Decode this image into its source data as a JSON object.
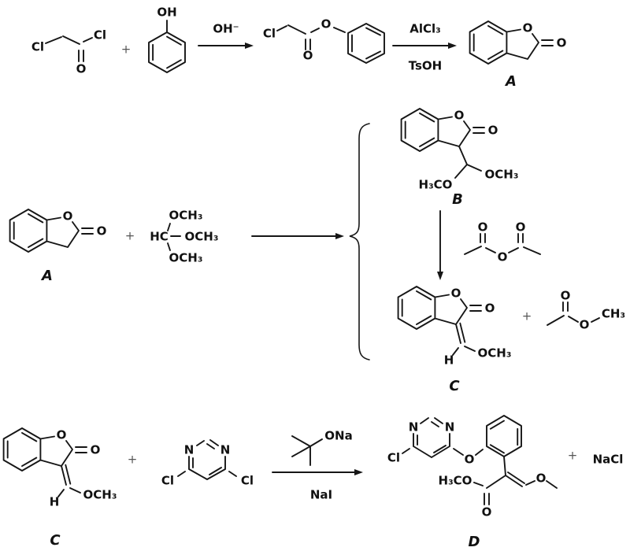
{
  "scheme": {
    "plus": "+",
    "row1": {
      "chloroacetyl_chloride": {
        "cl_left": "Cl",
        "cl_top": "Cl",
        "o_carbonyl": "O"
      },
      "phenol": {
        "oh": "OH"
      },
      "step1": {
        "above": "OH⁻"
      },
      "phenyl_chloroacetate": {
        "cl": "Cl",
        "o_ester": "O",
        "o_carbonyl": "O"
      },
      "step2": {
        "above": "AlCl₃",
        "below": "TsOH"
      },
      "compound_a": {
        "o_ring": "O",
        "o_carbonyl": "O",
        "label": "A"
      }
    },
    "row2": {
      "compound_a": {
        "o_ring": "O",
        "o_carbonyl": "O",
        "label": "A"
      },
      "trimethyl_orthoformate": {
        "och3_top": "OCH₃",
        "hc": "HC",
        "och3_right": "OCH₃",
        "och3_bottom": "OCH₃"
      },
      "compound_b": {
        "o_ring": "O",
        "o_carbonyl": "O",
        "h3co": "H₃CO",
        "och3": "OCH₃",
        "label": "B"
      },
      "acetic_anhydride": {
        "o_left": "O",
        "o_center": "O",
        "o_right": "O"
      },
      "compound_c": {
        "o_ring": "O",
        "o_carbonyl": "O",
        "h": "H",
        "och3": "OCH₃",
        "label": "C"
      },
      "methyl_acetate": {
        "o_carbonyl": "O",
        "o_ester": "O",
        "ch3": "CH₃"
      }
    },
    "row3": {
      "compound_c": {
        "o_ring": "O",
        "o_carbonyl": "O",
        "h": "H",
        "och3": "OCH₃",
        "label": "C"
      },
      "dichloropyrimidine": {
        "n_left": "N",
        "n_right": "N",
        "cl_left": "Cl",
        "cl_right": "Cl"
      },
      "step": {
        "above": "ONa",
        "below": "NaI"
      },
      "compound_d": {
        "n_left": "N",
        "n_right": "N",
        "cl": "Cl",
        "o_ether": "O",
        "h3co": "H₃CO",
        "o_carbonyl": "O",
        "o_enol": "O",
        "label": "D"
      },
      "nacl": "NaCl"
    }
  }
}
